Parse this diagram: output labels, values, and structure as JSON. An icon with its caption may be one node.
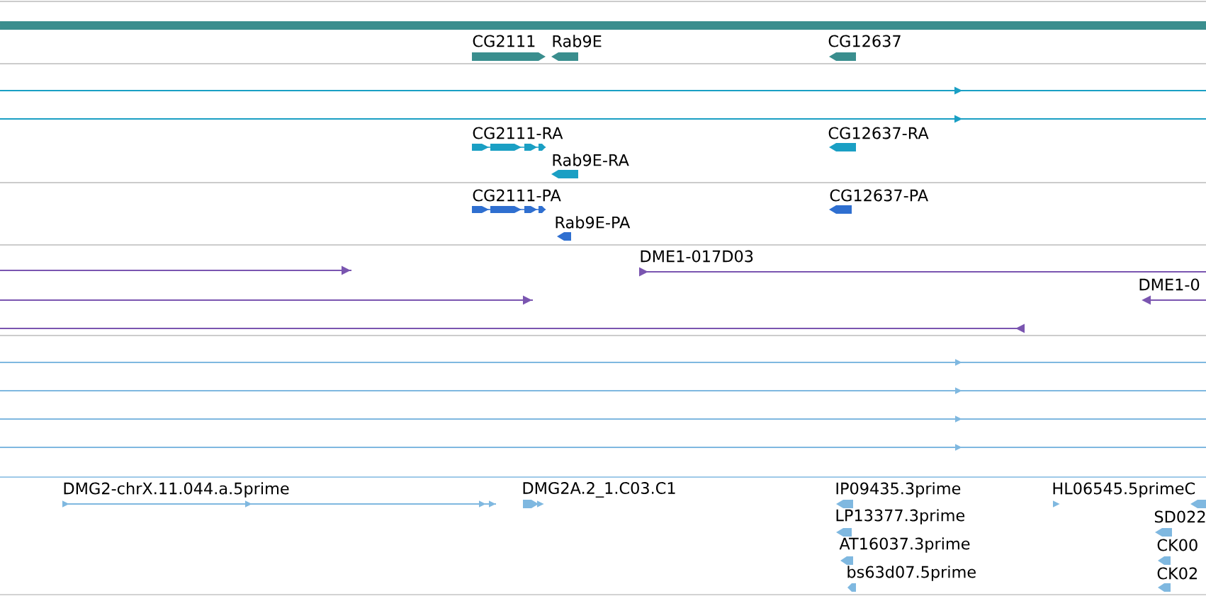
{
  "diagram": {
    "labels": [
      "CG2111",
      "Rab9E",
      "CG12637",
      "CG2111-RA",
      "CG12637-RA",
      "Rab9E-RA",
      "CG2111-PA",
      "CG12637-PA",
      "Rab9E-PA",
      "DME1-017D03",
      "DME1-0",
      "DMG2-chrX.11.044.a.5prime",
      "DMG2A.2_1.C03.C1",
      "IP09435.3prime",
      "HL06545.5primeC",
      "LP13377.3prime",
      "SD022",
      "AT16037.3prime",
      "CK00",
      "bs63d07.5prime",
      "CK02"
    ]
  }
}
